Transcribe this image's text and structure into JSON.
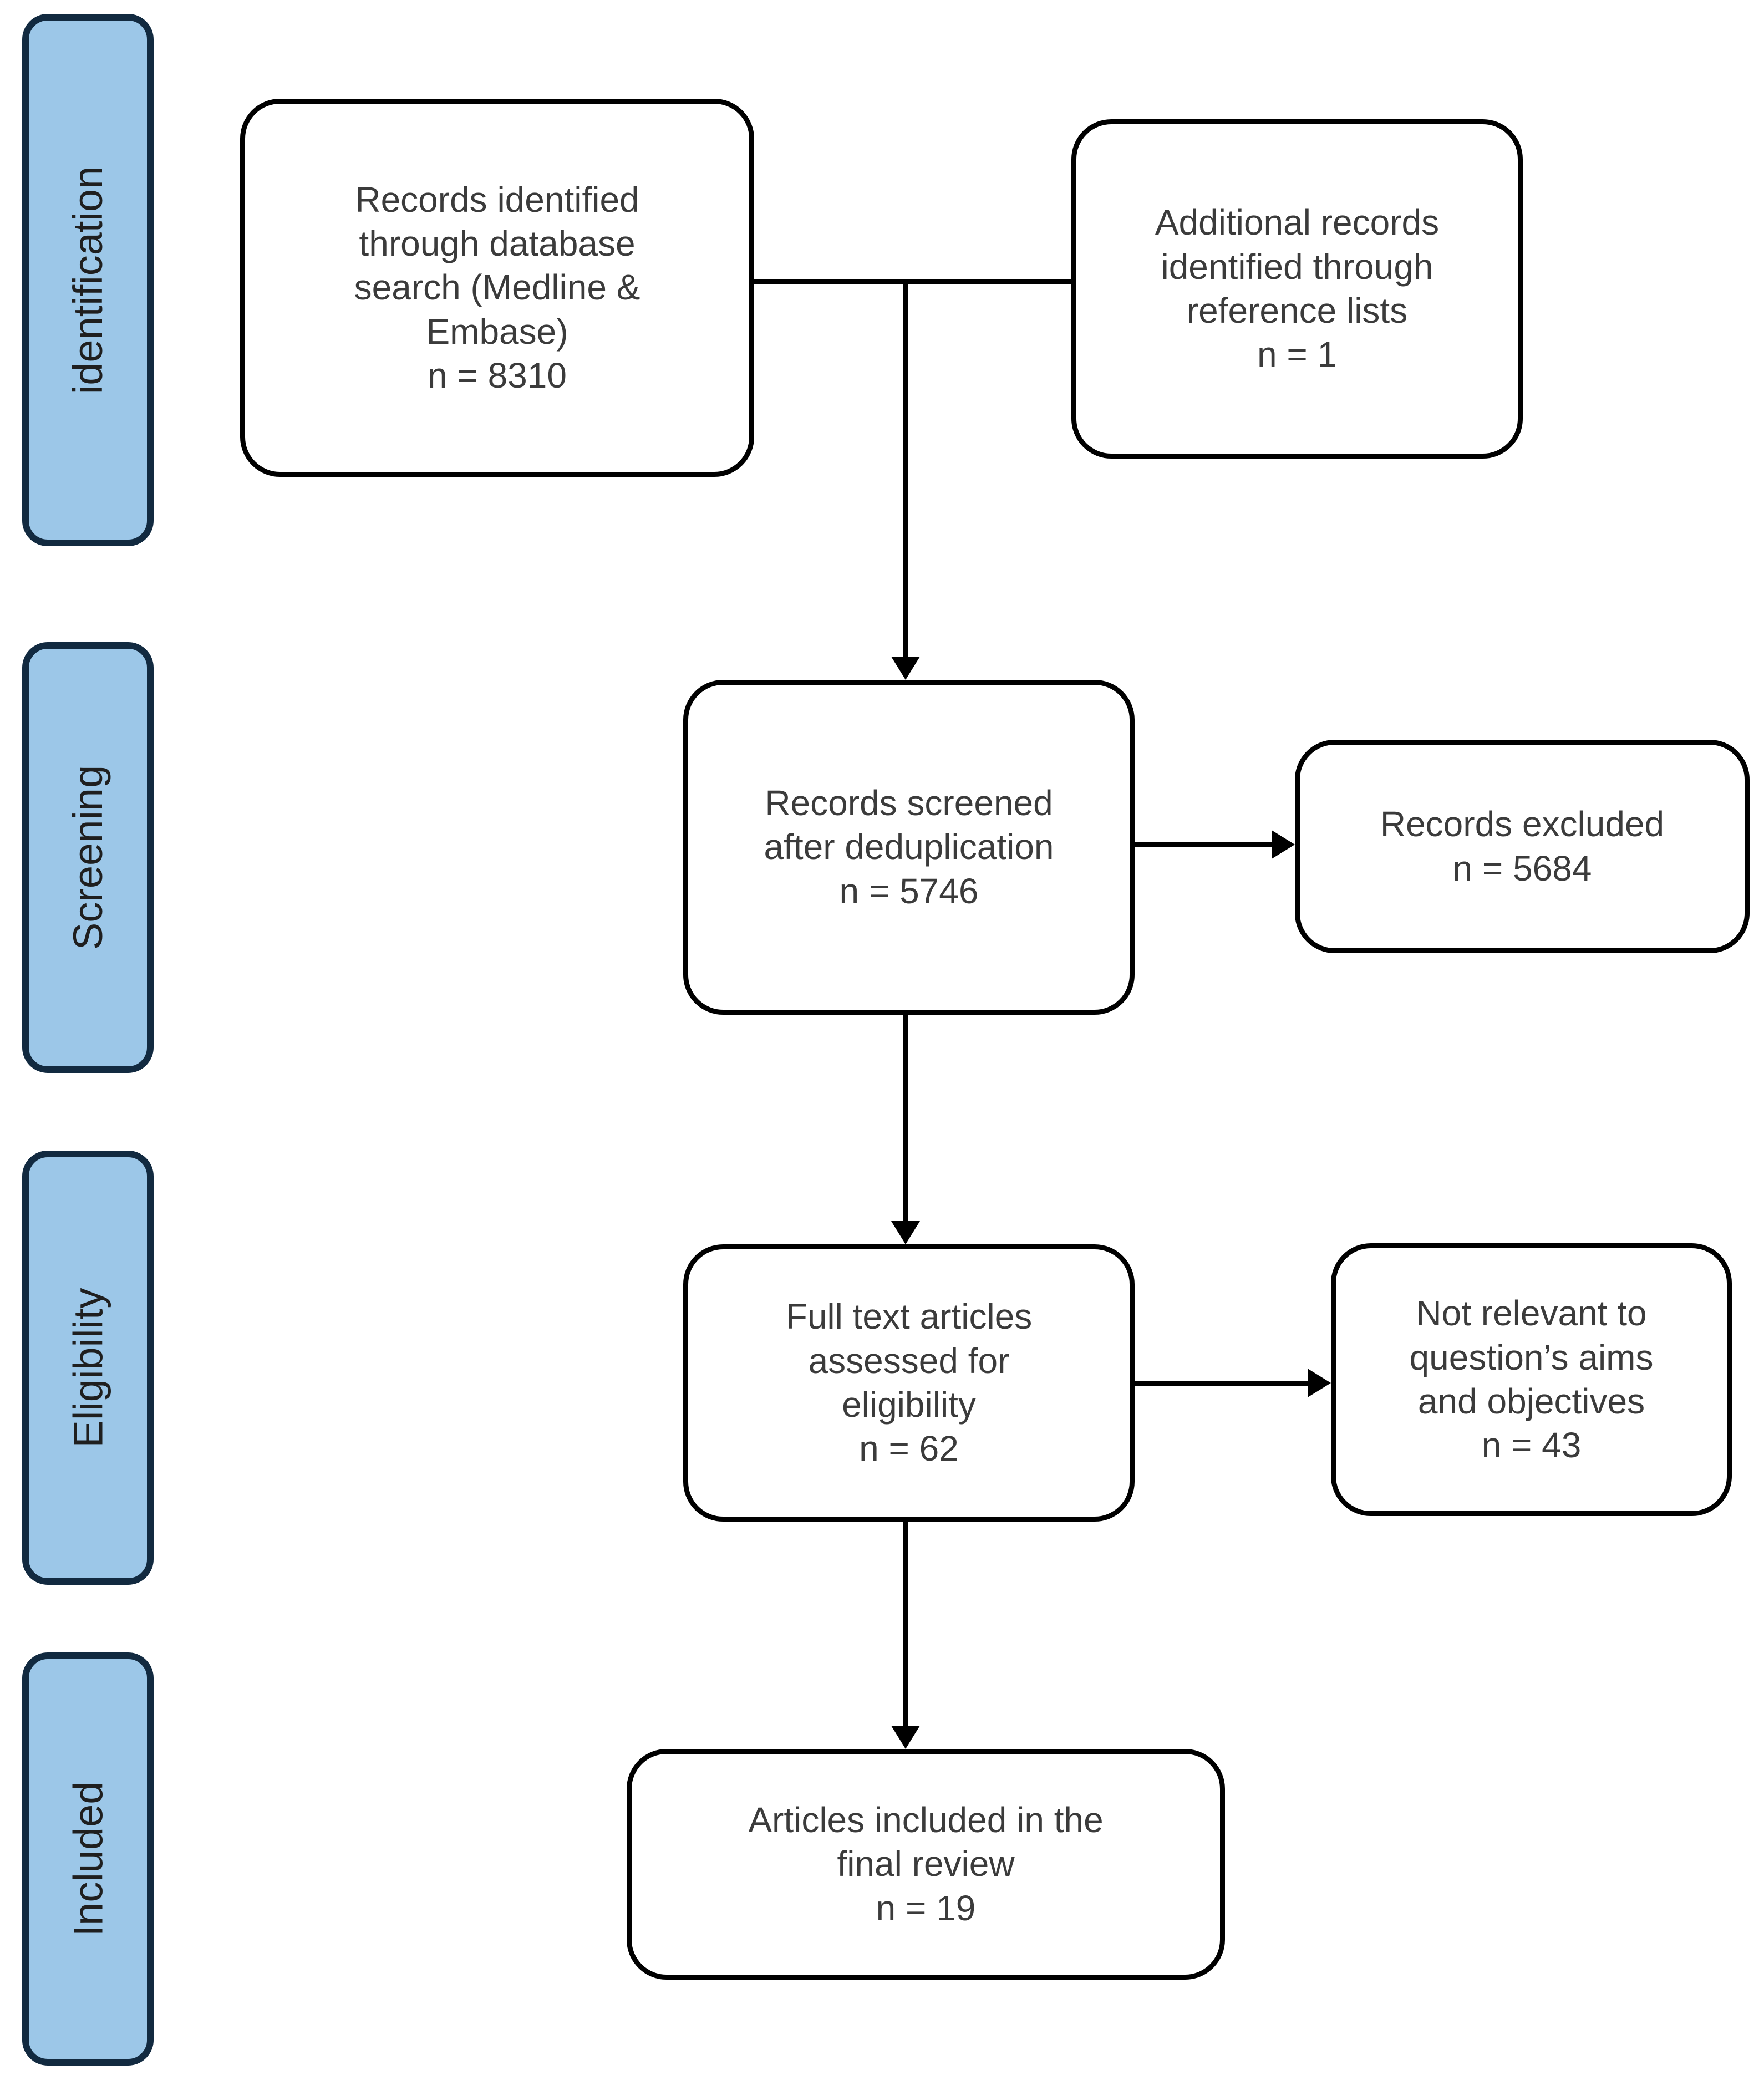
{
  "stages": {
    "identification": "identification",
    "screening": "Screening",
    "eligibility": "Eligibility",
    "included": "Included"
  },
  "nodes": {
    "records_identified": "Records identified\nthrough database\nsearch (Medline &\nEmbase)\nn = 8310",
    "additional_records": "Additional records\nidentified through\nreference lists\nn = 1",
    "records_screened": "Records screened\nafter deduplication\nn = 5746",
    "records_excluded": "Records excluded\nn = 5684",
    "full_text": "Full text articles\nassessed for\neligibility\nn = 62",
    "not_relevant": "Not relevant to\nquestion’s aims\nand objectives\nn = 43",
    "articles_included": "Articles included in the\nfinal review\nn = 19"
  },
  "counts": {
    "identified_database_search": 8310,
    "identified_reference_lists": 1,
    "screened_after_deduplication": 5746,
    "records_excluded": 5684,
    "full_text_assessed": 62,
    "not_relevant_to_aims": 43,
    "included_final_review": 19
  },
  "colors": {
    "stage_fill": "#9CC7E8",
    "stage_border": "#122A40",
    "node_border": "#000000",
    "text_color": "#3B3B3B",
    "stage_text": "#1F1F1F",
    "connector": "#000000"
  }
}
